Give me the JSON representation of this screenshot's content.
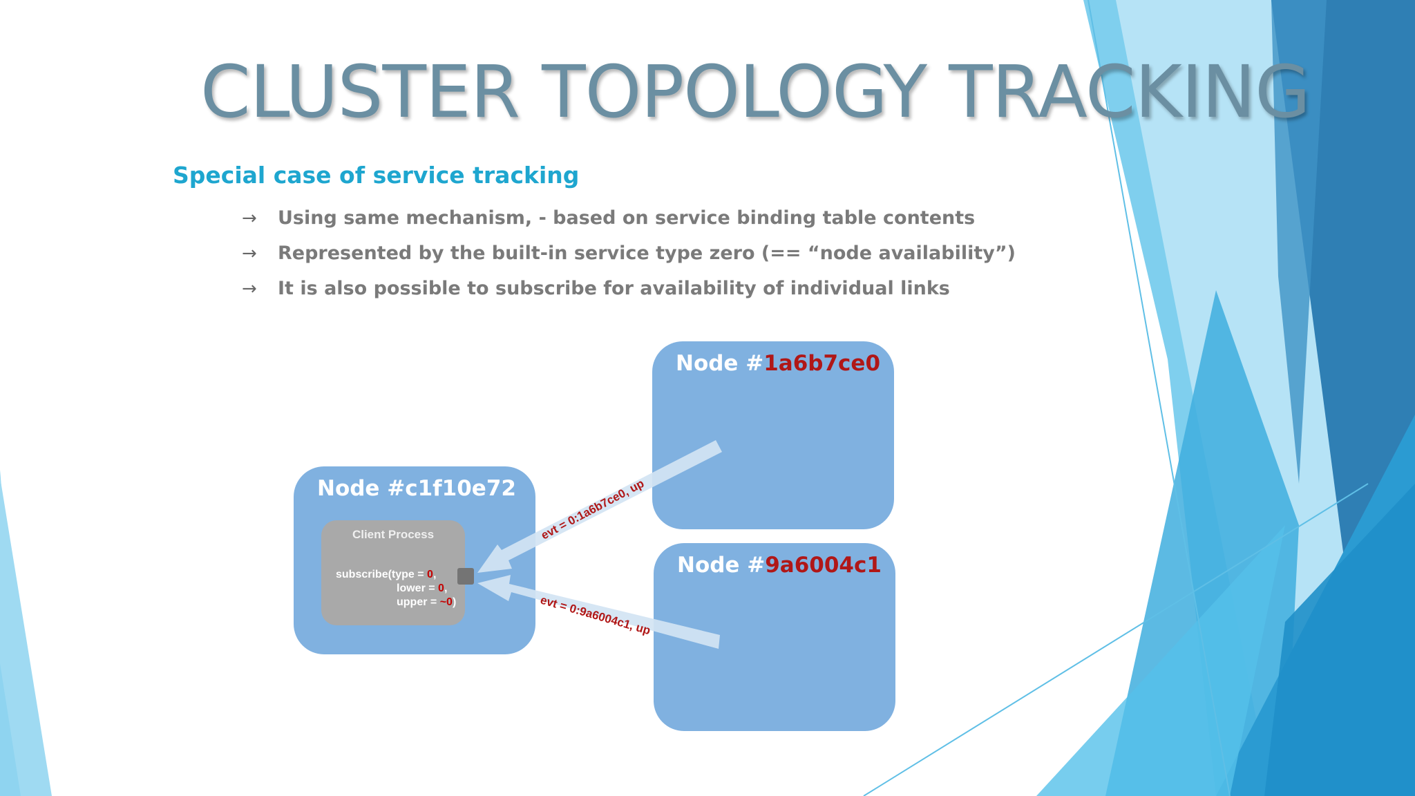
{
  "slide": {
    "title": "CLUSTER TOPOLOGY TRACKING",
    "subtitle": "Special case of service tracking",
    "bullet_icon": "arrow-right-icon",
    "bullets": [
      "Using same mechanism, - based on service binding table contents",
      "Represented by the built-in service type zero (== “node availability”)",
      "It is also possible to subscribe for availability of individual links"
    ]
  },
  "diagram": {
    "local_node": {
      "prefix": "Node #",
      "id": "c1f10e72"
    },
    "remote_nodes": [
      {
        "prefix": "Node #",
        "id": "1a6b7ce0"
      },
      {
        "prefix": "Node #",
        "id": "9a6004c1"
      }
    ],
    "client_process": {
      "title": "Client Process",
      "line1_prefix": "subscribe(type = ",
      "line1_value": "0",
      "line1_suffix": ",",
      "line2_prefix": "lower = ",
      "line2_value": "0",
      "line2_suffix": ",",
      "line3_prefix": "upper = ",
      "line3_value": "~0",
      "line3_suffix": ")"
    },
    "events": [
      "evt = 0:1a6b7ce0, up",
      "evt = 0:9a6004c1, up"
    ]
  },
  "colors": {
    "title": "#6b8fa2",
    "subtitle": "#1ea6cf",
    "node_fill": "#80b1e0",
    "node_id": "#b01717",
    "process_fill": "#a9a9a9"
  }
}
